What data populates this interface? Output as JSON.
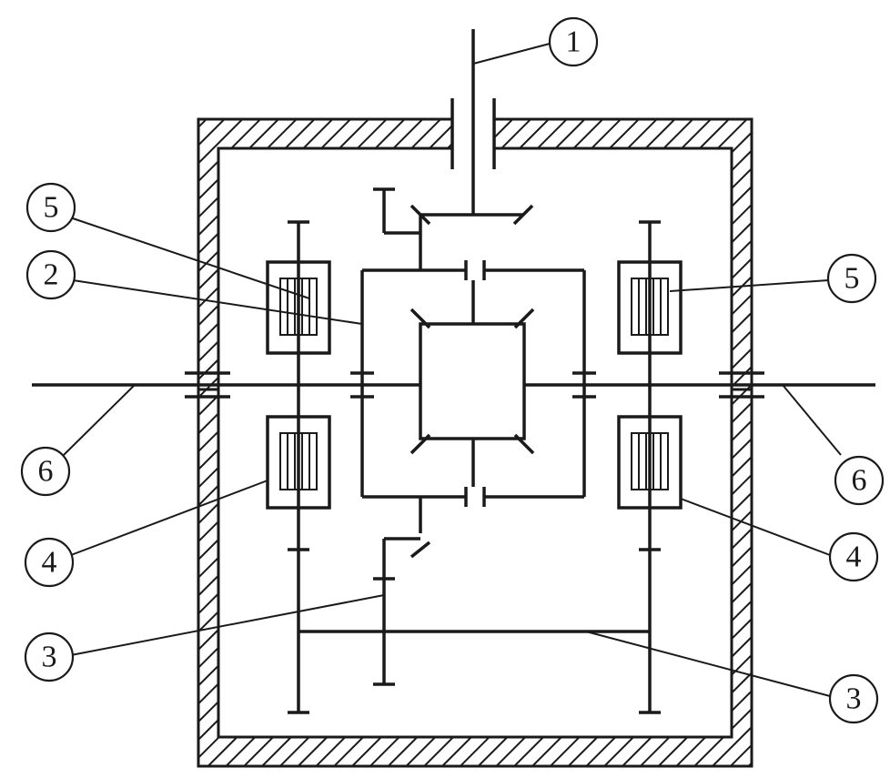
{
  "callouts": [
    {
      "id": "c1",
      "label": "1"
    },
    {
      "id": "c5-left",
      "label": "5"
    },
    {
      "id": "c2",
      "label": "2"
    },
    {
      "id": "c5-right",
      "label": "5"
    },
    {
      "id": "c6-left",
      "label": "6"
    },
    {
      "id": "c6-right",
      "label": "6"
    },
    {
      "id": "c4-left",
      "label": "4"
    },
    {
      "id": "c4-right",
      "label": "4"
    },
    {
      "id": "c3-left",
      "label": "3"
    },
    {
      "id": "c3-right",
      "label": "3"
    }
  ],
  "colors": {
    "line": "#1a1a1a",
    "background": "#ffffff"
  }
}
